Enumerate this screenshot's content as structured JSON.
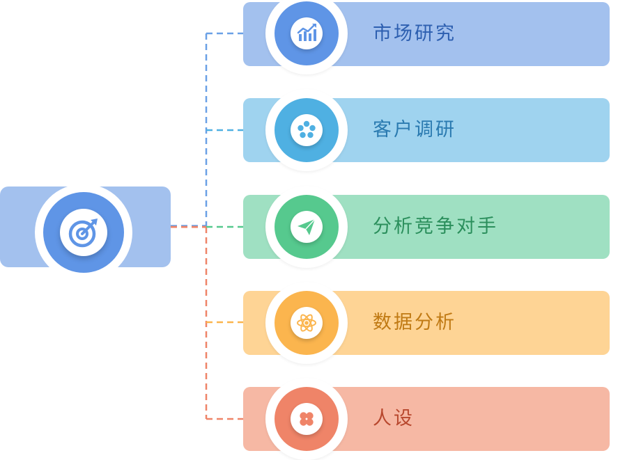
{
  "root": {
    "icon": "target-icon",
    "color": "#5f95e6",
    "box_color": "#a3c1ee"
  },
  "items": [
    {
      "label": "市场研究",
      "icon": "chart-trend-icon",
      "bar_color": "#a3c1ee",
      "circle_color": "#5f95e6",
      "line_color": "#6aa0e6",
      "text_color": "#2d5fb0"
    },
    {
      "label": "客户调研",
      "icon": "film-reel-icon",
      "bar_color": "#9fd3ef",
      "circle_color": "#4fb0e2",
      "line_color": "#4fb0e2",
      "text_color": "#2a7ab0"
    },
    {
      "label": "分析竞争对手",
      "icon": "paper-plane-icon",
      "bar_color": "#9fe0c2",
      "circle_color": "#56c98e",
      "line_color": "#56c98e",
      "text_color": "#2b8f5c"
    },
    {
      "label": "数据分析",
      "icon": "atom-icon",
      "bar_color": "#fed495",
      "circle_color": "#fbb54e",
      "line_color": "#fbb54e",
      "text_color": "#c07a14"
    },
    {
      "label": "人设",
      "icon": "clover-icon",
      "bar_color": "#f6b8a4",
      "circle_color": "#ef8468",
      "line_color": "#ef8468",
      "text_color": "#b8482e"
    }
  ]
}
